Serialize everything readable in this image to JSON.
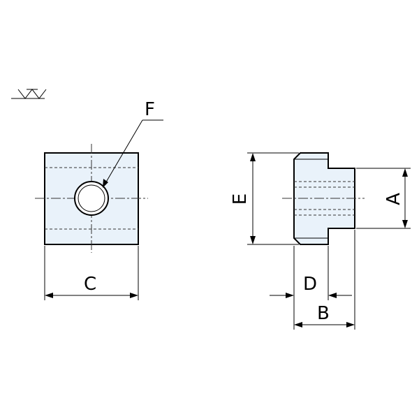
{
  "labels": {
    "F": "F",
    "C": "C",
    "E": "E",
    "A": "A",
    "D": "D",
    "B": "B"
  },
  "colors": {
    "part_fill": "#e9f2fa",
    "line": "#000000"
  }
}
